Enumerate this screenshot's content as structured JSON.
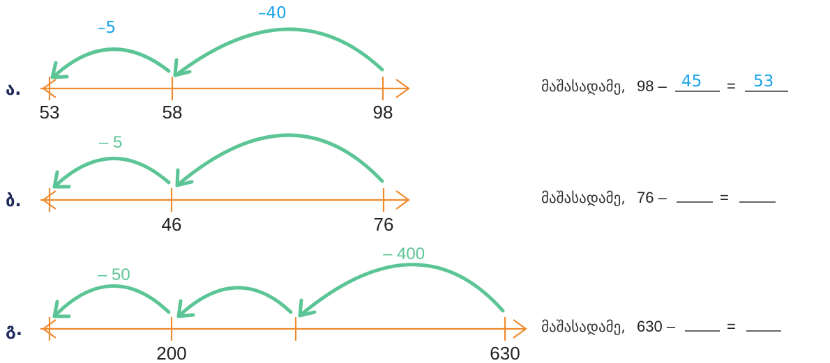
{
  "colors": {
    "number_line": "#f08a2e",
    "arc": "#5cc595",
    "handwriting": "#1aa3e6",
    "label": "#1f2a5c",
    "text": "#222222"
  },
  "rows": [
    {
      "label": "ა.",
      "start_number": "98",
      "end_label": "53",
      "mid_labels": [
        "58"
      ],
      "jumps": [
        {
          "text": "–5",
          "style": "handwritten"
        },
        {
          "text": "–40",
          "style": "handwritten"
        }
      ],
      "equation": {
        "word": "მაშასადამე,",
        "left": "98 –",
        "blank1": "45",
        "equals": "=",
        "blank2": "53"
      }
    },
    {
      "label": "ბ.",
      "start_number": "76",
      "end_label": "",
      "mid_labels": [
        "46"
      ],
      "jumps": [
        {
          "text": "– 5",
          "style": "printed"
        },
        {
          "text": "",
          "style": "printed"
        }
      ],
      "equation": {
        "word": "მაშასადამე,",
        "left": "76 –",
        "blank1": "",
        "equals": "=",
        "blank2": ""
      }
    },
    {
      "label": "გ.",
      "start_number": "630",
      "end_label": "",
      "mid_labels": [
        "200",
        ""
      ],
      "jumps": [
        {
          "text": "– 50",
          "style": "printed"
        },
        {
          "text": "",
          "style": "printed"
        },
        {
          "text": "– 400",
          "style": "printed"
        }
      ],
      "equation": {
        "word": "მაშასადამე,",
        "left": "630 –",
        "blank1": "",
        "equals": "=",
        "blank2": ""
      }
    }
  ]
}
